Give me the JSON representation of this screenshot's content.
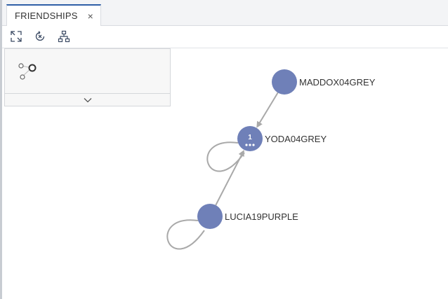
{
  "tab": {
    "label": "FRIENDSHIPS",
    "close_glyph": "×"
  },
  "toolbar": {
    "buttons": [
      {
        "icon": "expand-icon"
      },
      {
        "icon": "clear-selection-icon"
      },
      {
        "icon": "hierarchy-layout-icon"
      }
    ]
  },
  "legend": {
    "icon": "graph-nodes-icon",
    "toggle_icon": "chevron-down-icon"
  },
  "graph": {
    "nodes": [
      {
        "id": "MADDOX04GREY",
        "label": "MADDOX04GREY",
        "badge": ""
      },
      {
        "id": "YODA04GREY",
        "label": "YODA04GREY",
        "badge": "1"
      },
      {
        "id": "LUCIA19PURPLE",
        "label": "LUCIA19PURPLE",
        "badge": ""
      }
    ],
    "edges": [
      {
        "from": "MADDOX04GREY",
        "to": "YODA04GREY"
      },
      {
        "from": "LUCIA19PURPLE",
        "to": "YODA04GREY"
      },
      {
        "from": "YODA04GREY",
        "to": "YODA04GREY"
      },
      {
        "from": "LUCIA19PURPLE",
        "to": "LUCIA19PURPLE"
      }
    ],
    "colors": {
      "node": "#6f80b8",
      "edge": "#a9a9a9",
      "label": "#333333"
    }
  }
}
